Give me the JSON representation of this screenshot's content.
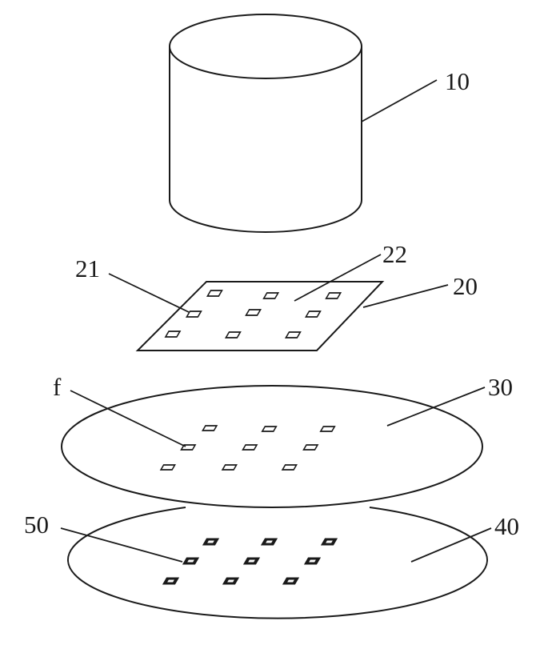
{
  "labels": {
    "cylinder": "10",
    "plate": "20",
    "plate_pad": "21",
    "plate_surface": "22",
    "disk_upper": "30",
    "disk_upper_pad": "f",
    "disk_lower": "40",
    "disk_lower_pad": "50"
  },
  "colors": {
    "stroke": "#1a1a1a",
    "background": "#ffffff"
  }
}
